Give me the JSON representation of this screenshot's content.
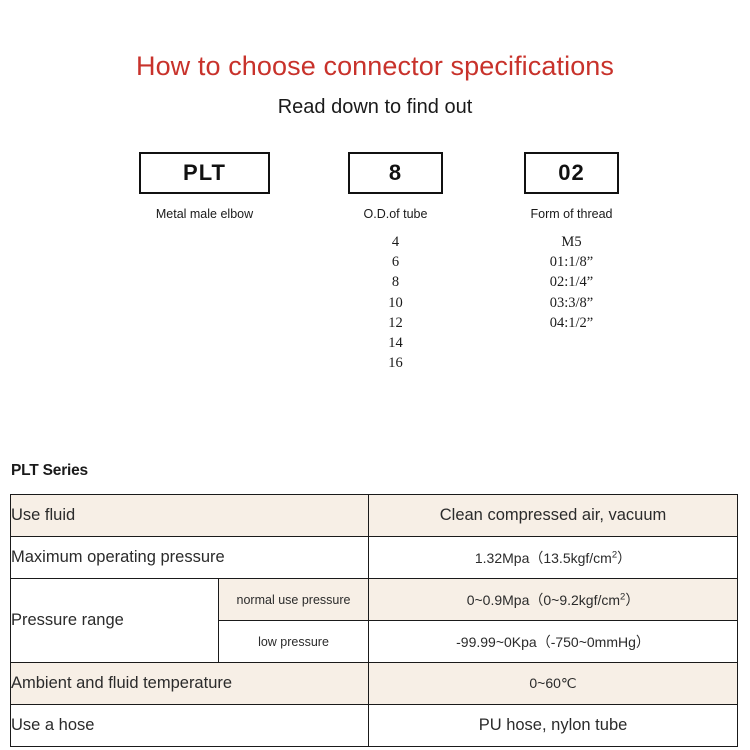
{
  "header": {
    "title": "How to choose connector specifications",
    "subtitle": "Read down to find out"
  },
  "colors": {
    "title_red": "#c8322b",
    "row_beige": "#f7efe6",
    "border": "#1a1a1a",
    "text": "#2b2b2b"
  },
  "code_diagram": {
    "columns": [
      {
        "code": "PLT",
        "caption": "Metal male elbow",
        "options": []
      },
      {
        "code": "8",
        "caption": "O.D.of tube",
        "options": [
          "4",
          "6",
          "8",
          "10",
          "12",
          "14",
          "16"
        ]
      },
      {
        "code": "02",
        "caption": "Form of thread",
        "options": [
          "M5",
          "01:1/8”",
          "02:1/4”",
          "03:3/8”",
          "04:1/2”"
        ]
      }
    ]
  },
  "spec_table": {
    "heading": "PLT Series",
    "rows": [
      {
        "label": "Use fluid",
        "value": "Clean compressed air, vacuum"
      },
      {
        "label": "Maximum operating pressure",
        "value_prefix": "1.32Mpa（13.5kgf/cm",
        "value_sup": "2",
        "value_suffix": "）"
      },
      {
        "label": "Pressure range",
        "sub_rows": [
          {
            "sub_label": "normal use pressure",
            "value_prefix": "0~0.9Mpa（0~9.2kgf/cm",
            "value_sup": "2",
            "value_suffix": "）"
          },
          {
            "sub_label": "low pressure",
            "value": "-99.99~0Kpa（-750~0mmHg）"
          }
        ]
      },
      {
        "label": "Ambient and fluid temperature",
        "value": "0~60℃"
      },
      {
        "label": "Use a hose",
        "value": "PU hose, nylon tube"
      }
    ]
  }
}
